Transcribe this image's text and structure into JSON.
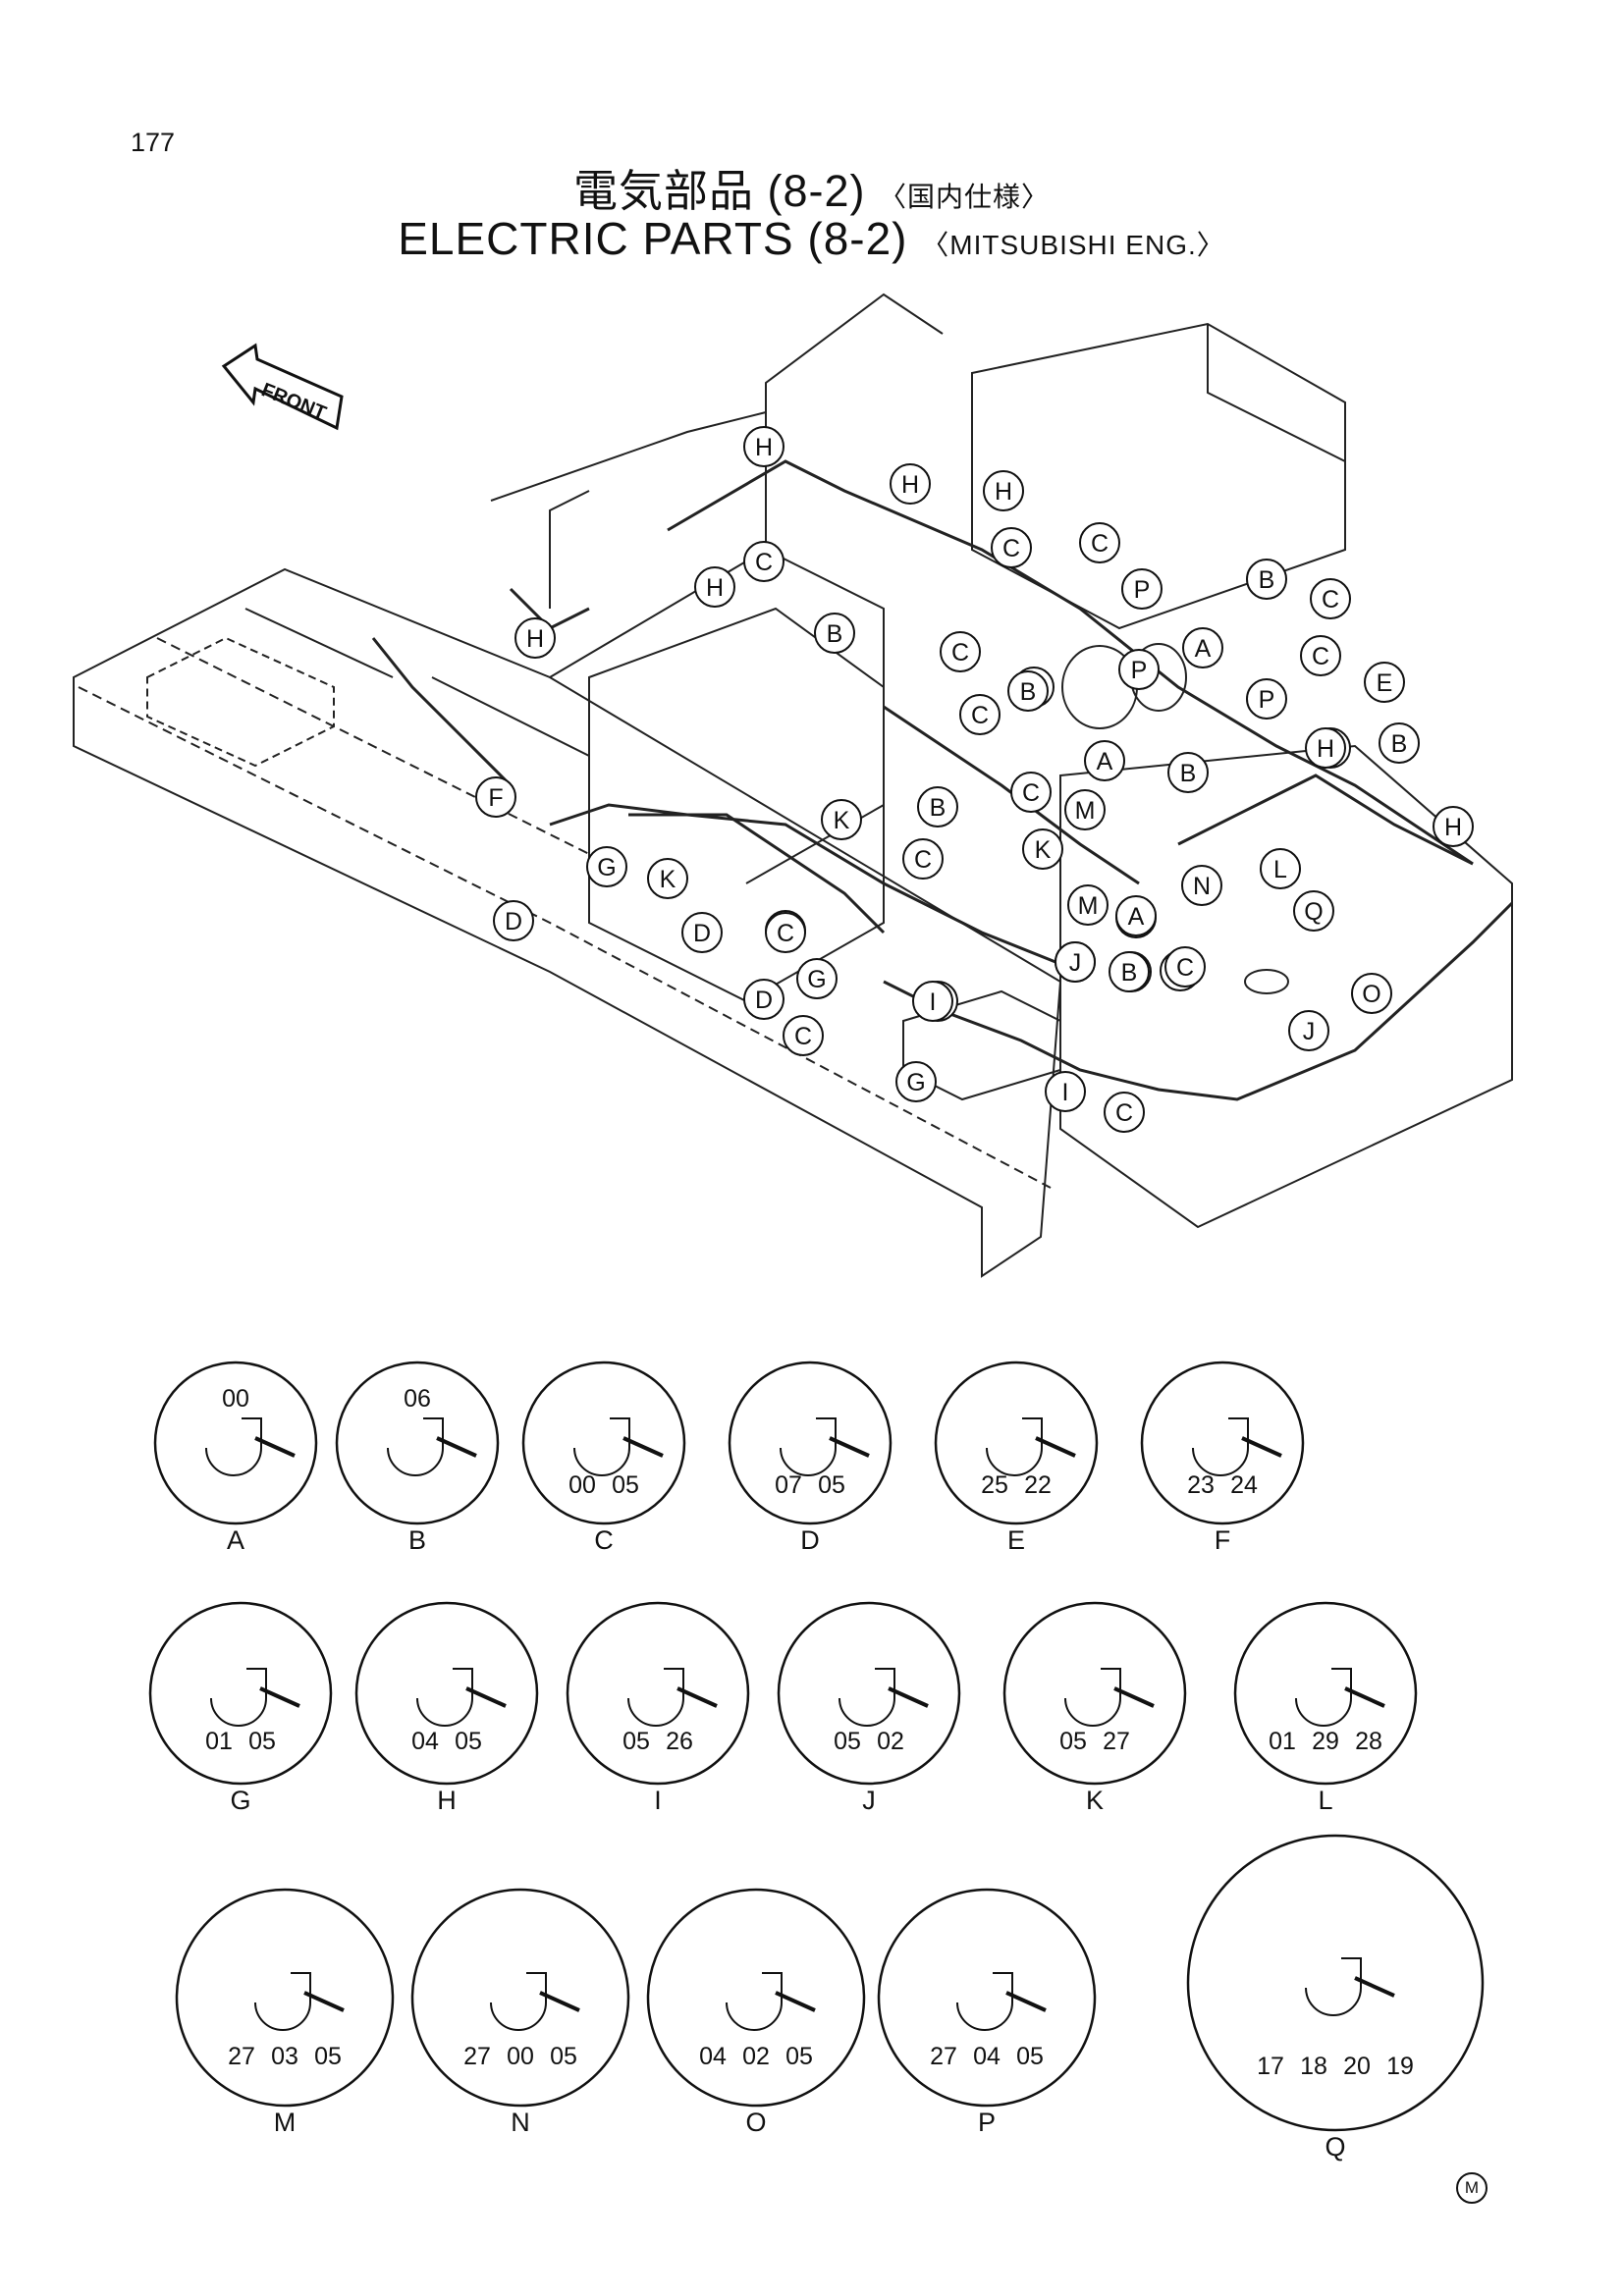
{
  "page": {
    "number": "177",
    "title_jp": "電気部品 (8-2)",
    "title_jp_sub": "〈国内仕様〉",
    "title_en": "ELECTRIC PARTS (8-2)",
    "title_en_sub": "〈MITSUBISHI ENG.〉",
    "front_label": "FRONT",
    "mark": "M"
  },
  "callouts": [
    "H",
    "H",
    "H",
    "C",
    "C",
    "C",
    "P",
    "B",
    "C",
    "H",
    "H",
    "B",
    "P",
    "A",
    "C",
    "C",
    "B",
    "E",
    "P",
    "B",
    "C",
    "B",
    "H",
    "F",
    "C",
    "B",
    "A",
    "M",
    "K",
    "C",
    "I",
    "G",
    "K",
    "C",
    "A",
    "B",
    "H",
    "D",
    "K",
    "L",
    "N",
    "C",
    "M",
    "A",
    "Q",
    "C",
    "G",
    "J",
    "B",
    "C",
    "D",
    "C",
    "I",
    "J",
    "O",
    "J",
    "G",
    "I",
    "C",
    "H",
    "D",
    "C"
  ],
  "details": [
    {
      "letter": "A",
      "parts": [
        "00"
      ]
    },
    {
      "letter": "B",
      "parts": [
        "06"
      ]
    },
    {
      "letter": "C",
      "parts": [
        "00",
        "05"
      ]
    },
    {
      "letter": "D",
      "parts": [
        "07",
        "05"
      ]
    },
    {
      "letter": "E",
      "parts": [
        "25",
        "22"
      ]
    },
    {
      "letter": "F",
      "parts": [
        "23",
        "24"
      ]
    },
    {
      "letter": "G",
      "parts": [
        "01",
        "05"
      ]
    },
    {
      "letter": "H",
      "parts": [
        "04",
        "05"
      ]
    },
    {
      "letter": "I",
      "parts": [
        "05",
        "26"
      ]
    },
    {
      "letter": "J",
      "parts": [
        "05",
        "02"
      ]
    },
    {
      "letter": "K",
      "parts": [
        "05",
        "27"
      ]
    },
    {
      "letter": "L",
      "parts": [
        "01",
        "29",
        "28"
      ]
    },
    {
      "letter": "M",
      "parts": [
        "27",
        "03",
        "05"
      ]
    },
    {
      "letter": "N",
      "parts": [
        "27",
        "00",
        "05"
      ]
    },
    {
      "letter": "O",
      "parts": [
        "04",
        "02",
        "05"
      ]
    },
    {
      "letter": "P",
      "parts": [
        "27",
        "04",
        "05"
      ]
    },
    {
      "letter": "Q",
      "parts": [
        "17",
        "18",
        "20",
        "19"
      ]
    }
  ]
}
